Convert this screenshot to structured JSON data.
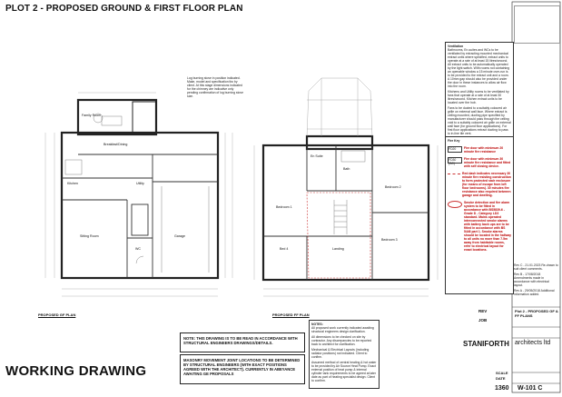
{
  "title": "PLOT 2 - PROPOSED GROUND & FIRST FLOOR PLAN",
  "stamp": "WORKING DRAWING",
  "plans": {
    "ground_label": "PROPOSED GF PLAN",
    "first_label": "PROPOSED FF PLAN",
    "ground_rooms": [
      "Family Room",
      "Breakfast/Dining",
      "Kitchen",
      "Utility",
      "Sitting Room",
      "WC",
      "Garage"
    ],
    "first_rooms": [
      "En Suite",
      "Bath",
      "Bedroom 1",
      "Bedroom 2",
      "Bedroom 3",
      "Bed 4",
      "Landing"
    ],
    "log_note": "Log burning stove in position indicated. Make, model and specification tbc by client. At this stage dimensions indicated for the chimney are indicative only pending confirmation of log burning stove size."
  },
  "ventilation": {
    "heading": "Ventilation",
    "body": "Bathrooms, En-suites and WCs to be ventilated by extracting mounted mechanical extract units where specified, extract units to operate at a rate of at least 15 litres/second. All extract units to be automatically operated by the light switch. WIth rooms not containing an openable window a 15 minute over-run is to be provided to the extract unit and a room. A 10mm gap should also be provided under the door in these instances to allow air flow into the room.",
    "kitchen": "Kitchens and Utility rooms to be ventilated by fans that operate at a rate of at least 30 litres/second. Kitchen extract units to be located over the hob.",
    "fans": "Fans to be ducted to a suitably coloured air grille on external wall face. Where extract is ceiling mounted, ducting pipe specified by manufacturer should pass through the ceiling void to a suitably coloured air grille on external wall face (for ground floor applications). For first floor applications extract ducting to pass to in-line tile vent."
  },
  "fire_key": {
    "heading": "Fire Key",
    "items": [
      {
        "tag": "FD20",
        "text": "Fire door with minimum 20 minute fire resistance"
      },
      {
        "tag": "FD30 (SC)",
        "text": "Fire door with minimum 30 minute fire resistance and fitted with self closing device."
      },
      {
        "tag": "",
        "text": "Red dash indicates necessary 30 minute fire resisting construction to form protected stair enclosure (for means of escape from loft floor bedrooms). 30 minutes fire resistance also required between garage and dwelling."
      },
      {
        "tag": "",
        "text": "Smoke detection and fire alarm system to be fitted in accordance with BS5839-6 - Grade D - Category LD3 standard. Mains operated interconnected smoke alarms with battery back ups are to be fitted in accordance with BS 5446 part 1. Smoke alarms should be located in the hallway to all units no more than 7.5m away from habitable rooms, refer to electrical layout for exact locations."
      }
    ]
  },
  "notes_box": {
    "heading": "NOTES:",
    "lines": [
      "All proposed work currently indicated awaiting structural engineers design clarification.",
      "All dimensions to be checked on site by contractor. Any discrepancies to be reported back to architect for clarification.",
      "Mechanical & Electrical Layouts (including radiator positions) not indicated. Client to confirm.",
      "Assumed method of central heating & hot water to be provided by Air Source Heat Pump. Exact external position of heat pump & internal cylinder tank requirements to be agreed at later date as part of heating specialist design. Client to confirm."
    ]
  },
  "structural_note": "NOTE: THIS DRAWING IS TO BE READ IN ACCORDANCE WITH STRUCTURAL ENGINEERS DRAWINGS/DETAILS.",
  "masonry_note": "MASONRY MOVEMENT JOINT LOCATIONS TO BE DETERMINED BY STRUCTURAL ENGINEERS (WITH EXACT POSITIONS AGREED WITH THE ARCHITECT). CURRENTLY IN ABEYANCE AWAITING GE PROPOSALS",
  "title_block": {
    "rev_label": "REV",
    "job_label": "JOB",
    "rev_text": "Plot 2 - PROPOSED GF & FF PLANS",
    "company": "STANIFORTH",
    "company_suffix": "architects ltd",
    "scale_label": "SCALE",
    "date_label": "DATE",
    "sheet_no": "1360",
    "drawing_no": "W-101 C",
    "revisions": [
      "Rev C - 21.01.2023 Re-drawn to suit client comments.",
      "Rev B - 17/08/2018 Amendments made in accordance with electrical layout.",
      "Rev A - 29/05/2018 Additional information added."
    ]
  }
}
